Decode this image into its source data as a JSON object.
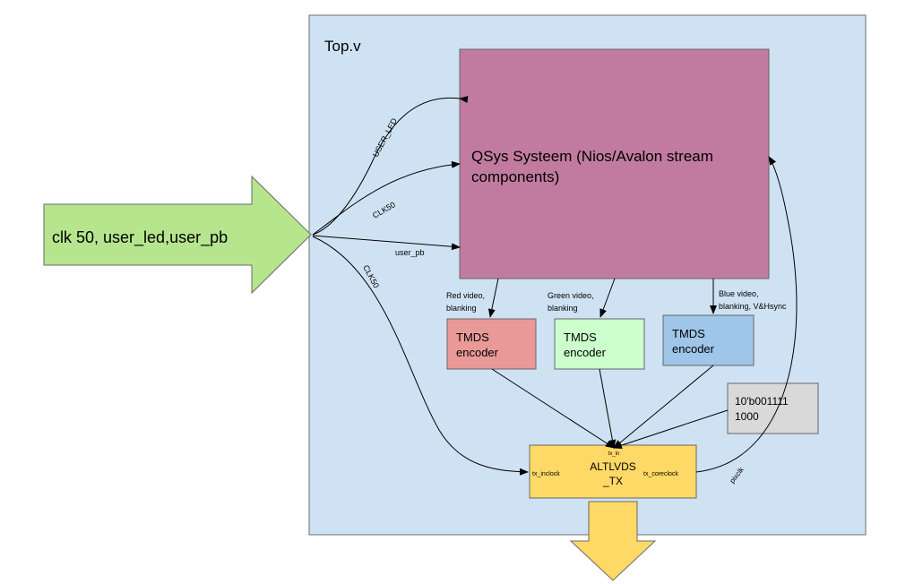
{
  "top_label": "Top.v",
  "input_label": "clk 50, user_led,user_pb",
  "qsys": {
    "line1": "QSys Systeem (Nios/Avalon stream",
    "line2": "components)"
  },
  "tmds_red": {
    "line1": "TMDS",
    "line2": "encoder"
  },
  "tmds_green": {
    "line1": "TMDS",
    "line2": "encoder"
  },
  "tmds_blue": {
    "line1": "TMDS",
    "line2": "encoder"
  },
  "constant": {
    "line1": "10'b001111",
    "line2": "1000"
  },
  "altlvds": {
    "line1": "ALTLVDS",
    "line2": "_TX",
    "tx_in": "tx_in",
    "tx_inclock": "tx_inclock",
    "tx_coreclock": "tx_coreclock"
  },
  "signals": {
    "user_led": "USER_LED",
    "clk50_a": "CLK50",
    "user_pb": "user_pb",
    "clk50_b": "CLK50",
    "red_1": "Red video,",
    "red_2": "blanking",
    "green_1": "Green video,",
    "green_2": "blanking",
    "blue_1": "Blue video,",
    "blue_2": "blanking, V&Hsync",
    "pixclk": "pixclk"
  },
  "colors": {
    "top_fill": "#cfe2f3",
    "input_arrow": "#b6e58e",
    "qsys": "#c27ba0",
    "tmds_red": "#ea9999",
    "tmds_green": "#ccffcc",
    "tmds_blue": "#9fc5e8",
    "constant": "#d9d9d9",
    "altlvds": "#ffd966"
  }
}
